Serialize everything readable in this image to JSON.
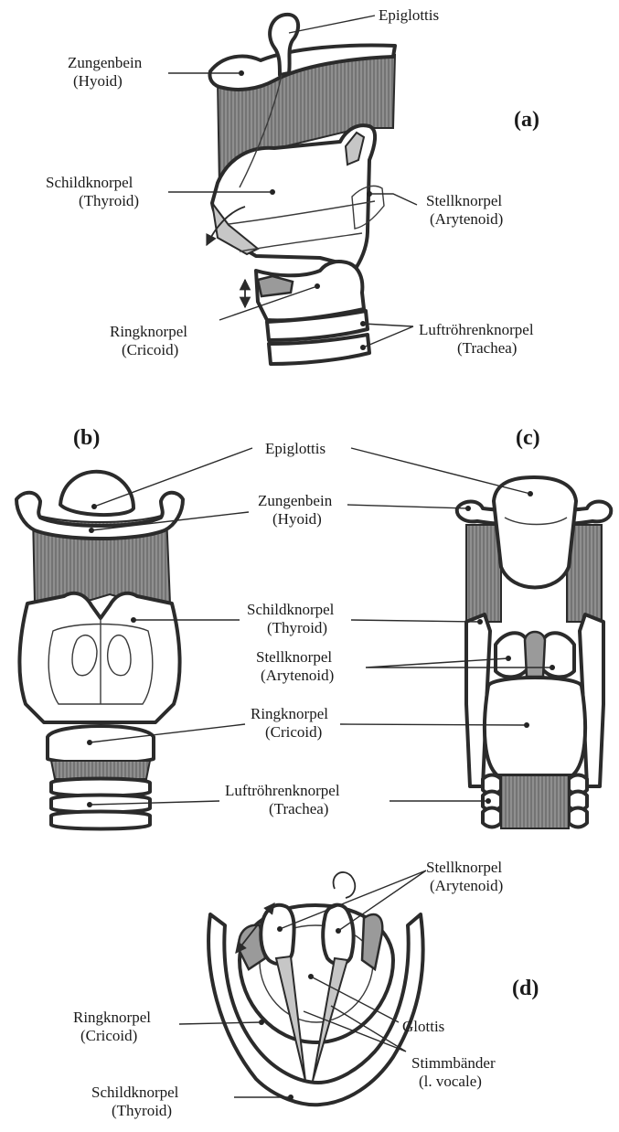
{
  "panels": {
    "a": {
      "tag": "(a)",
      "labels": {
        "epiglottis": "Epiglottis",
        "hyoid_de": "Zungenbein",
        "hyoid_lat": "(Hyoid)",
        "thyroid_de": "Schildknorpel",
        "thyroid_lat": "(Thyroid)",
        "arytenoid_de": "Stellknorpel",
        "arytenoid_lat": "(Arytenoid)",
        "cricoid_de": "Ringknorpel",
        "cricoid_lat": "(Cricoid)",
        "trachea_de": "Luftröhrenknorpel",
        "trachea_lat": "(Trachea)"
      }
    },
    "b": {
      "tag": "(b)"
    },
    "c": {
      "tag": "(c)"
    },
    "bc_labels": {
      "epiglottis": "Epiglottis",
      "hyoid_de": "Zungenbein",
      "hyoid_lat": "(Hyoid)",
      "thyroid_de": "Schildknorpel",
      "thyroid_lat": "(Thyroid)",
      "arytenoid_de": "Stellknorpel",
      "arytenoid_lat": "(Arytenoid)",
      "cricoid_de": "Ringknorpel",
      "cricoid_lat": "(Cricoid)",
      "trachea_de": "Luftröhrenknorpel",
      "trachea_lat": "(Trachea)"
    },
    "d": {
      "tag": "(d)",
      "labels": {
        "arytenoid_de": "Stellknorpel",
        "arytenoid_lat": "(Arytenoid)",
        "cricoid_de": "Ringknorpel",
        "cricoid_lat": "(Cricoid)",
        "glottis": "Glottis",
        "vocal_de": "Stimmbänder",
        "vocal_lat": "(l. vocale)",
        "thyroid_de": "Schildknorpel",
        "thyroid_lat": "(Thyroid)"
      }
    }
  }
}
